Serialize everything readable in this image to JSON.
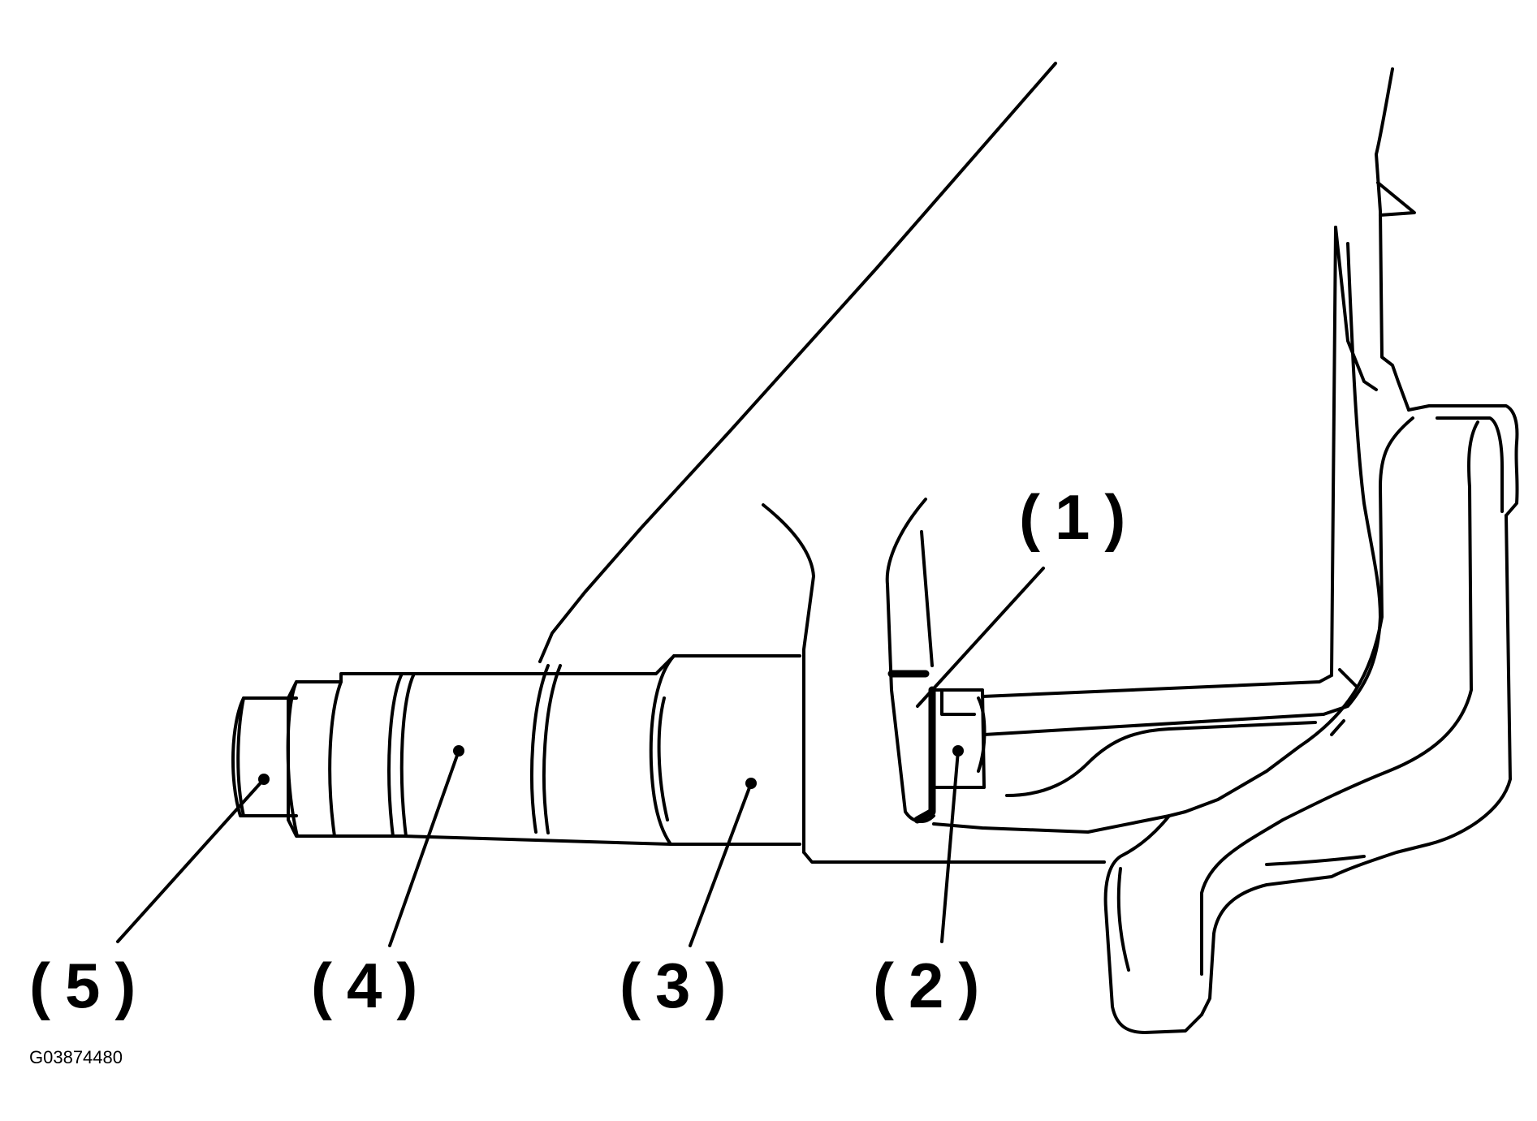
{
  "figure": {
    "code": "G03874480",
    "callouts": [
      {
        "id": "1",
        "label": "(1)"
      },
      {
        "id": "2",
        "label": "(2)"
      },
      {
        "id": "3",
        "label": "(3)"
      },
      {
        "id": "4",
        "label": "(4)"
      },
      {
        "id": "5",
        "label": "(5)"
      }
    ]
  },
  "colors": {
    "line": "#000000",
    "background": "#ffffff"
  }
}
